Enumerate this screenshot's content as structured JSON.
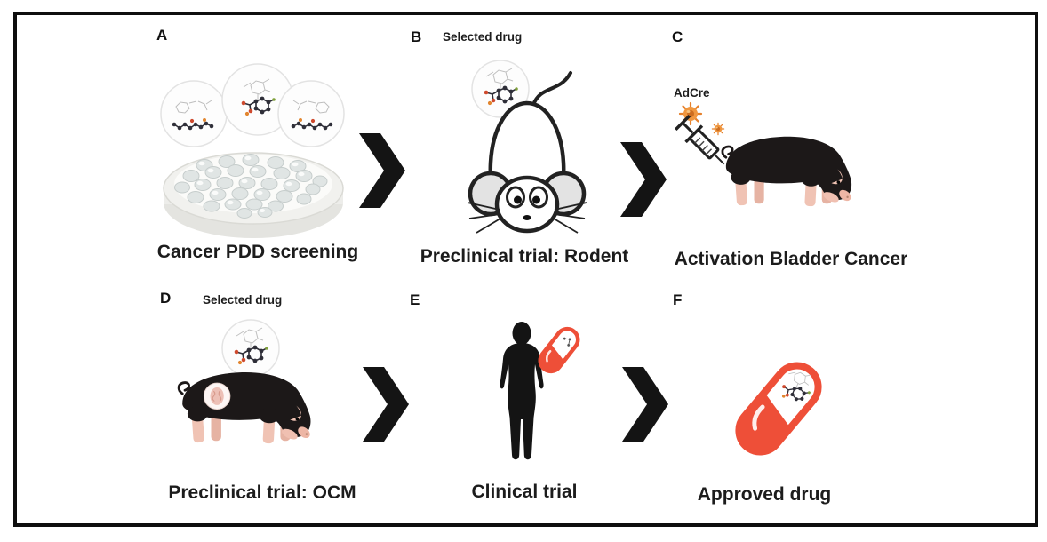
{
  "figure": {
    "panels": {
      "a": {
        "label": "A",
        "caption": "Cancer PDD screening"
      },
      "b": {
        "label": "B",
        "annotation": "Selected drug",
        "caption": "Preclinical trial: Rodent"
      },
      "c": {
        "label": "C",
        "annotation": "AdCre",
        "caption": "Activation Bladder Cancer"
      },
      "d": {
        "label": "D",
        "annotation": "Selected drug",
        "caption": "Preclinical trial: OCM"
      },
      "e": {
        "label": "E",
        "caption": "Clinical trial"
      },
      "f": {
        "label": "F",
        "caption": "Approved drug"
      }
    },
    "colors": {
      "accent_orange": "#ee4f38",
      "virus_orange": "#f0973f",
      "arrow_black": "#141414",
      "pig_black": "#1c1818",
      "pig_pink": "#f0c3b4",
      "mouse_ear_gray": "#e3e3e3"
    }
  }
}
